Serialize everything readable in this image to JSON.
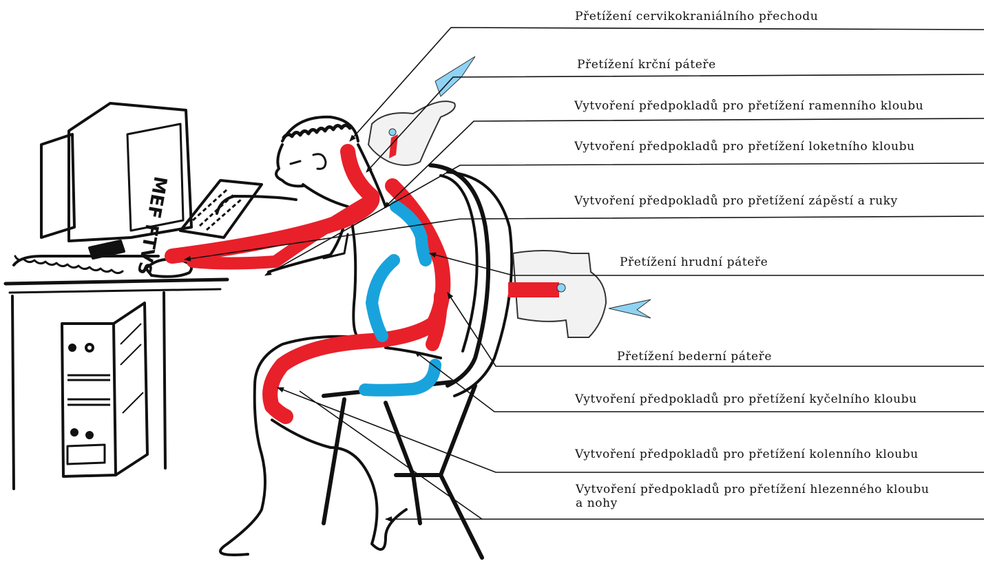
{
  "annotations": [
    {
      "id": "cervicocranial",
      "text": "Přetížení cervikokraniálního přechodu"
    },
    {
      "id": "cervical",
      "text": "Přetížení krční páteře"
    },
    {
      "id": "shoulder",
      "text": "Vytvoření předpokladů pro přetížení ramenního kloubu"
    },
    {
      "id": "elbow",
      "text": "Vytvoření předpokladů pro přetížení loketního kloubu"
    },
    {
      "id": "wrist",
      "text": "Vytvoření předpokladů pro přetížení zápěstí a ruky"
    },
    {
      "id": "thoracic",
      "text": "Přetížení hrudní páteře"
    },
    {
      "id": "lumbar",
      "text": "Přetížení bederní páteře"
    },
    {
      "id": "hip",
      "text": "Vytvoření předpokladů pro přetížení kyčelního kloubu"
    },
    {
      "id": "knee",
      "text": "Vytvoření předpokladů pro přetížení kolenního kloubu"
    },
    {
      "id": "ankle",
      "text": "Vytvoření předpokladů pro přetížení hlezenného kloubu",
      "text2": "a nohy"
    }
  ],
  "monitor_text": "MEF FTVS",
  "colors": {
    "stress_red": "#e8202a",
    "relief_blue": "#19a3dc",
    "ink": "#111111",
    "arrow_blue": "#8fd3f4"
  }
}
